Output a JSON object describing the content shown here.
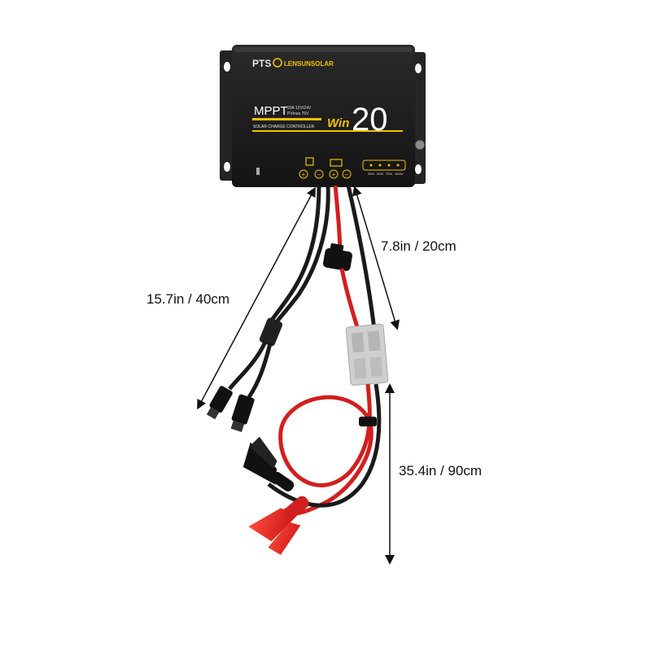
{
  "product": {
    "brand_logo": "PTS",
    "brand_name": "LENSUNSOLAR",
    "model": "MPPT",
    "series": "Win",
    "rating": "20",
    "spec_line1": "20A 12V/24V",
    "spec_line2": "PVmax 75V",
    "subtitle": "SOLAR CHARGE CONTROLLER",
    "battery_levels": [
      "25%",
      "50%",
      "75%",
      "100%"
    ],
    "terminal_signs": [
      "+",
      "−",
      "+",
      "−"
    ]
  },
  "dimensions": {
    "pv_cable": "15.7in / 40cm",
    "battery_lead": "7.8in / 20cm",
    "clip_cable": "35.4in / 90cm"
  },
  "colors": {
    "controller_body": "#1b1b1b",
    "accent_yellow": "#f2c200",
    "red_wire": "#d21f1f",
    "black_wire": "#1a1a1a",
    "connector_grey": "#c9c9c9"
  }
}
